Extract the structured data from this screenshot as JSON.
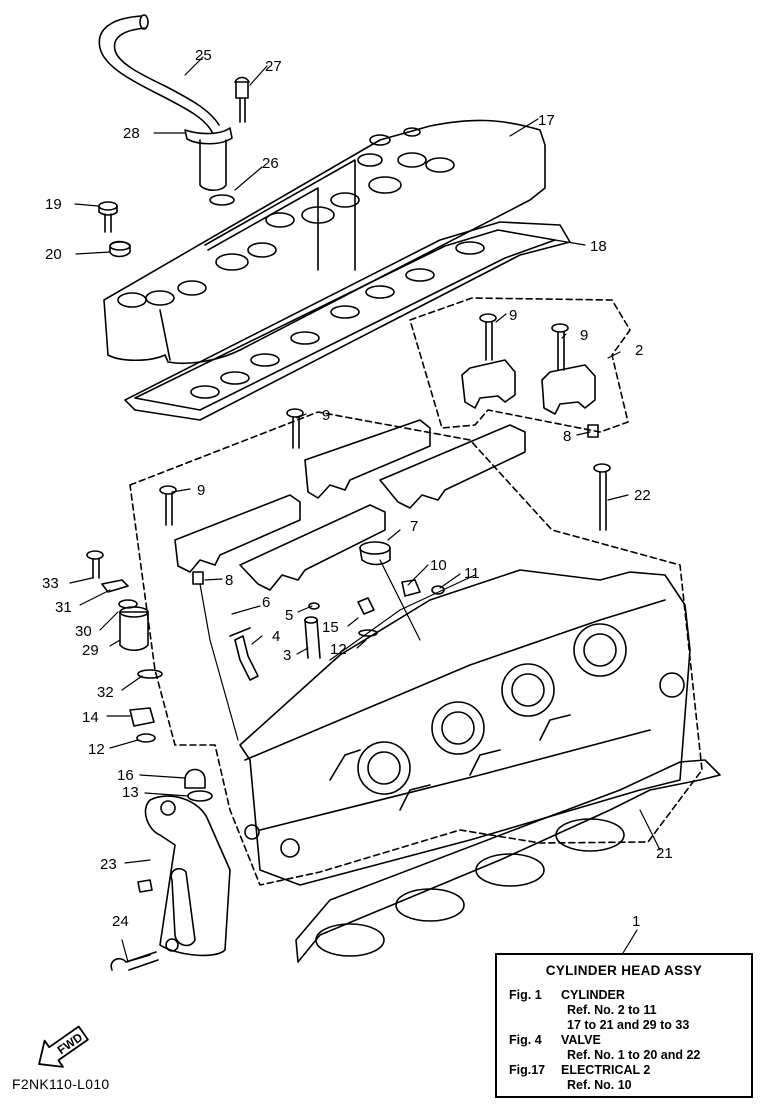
{
  "callouts": {
    "c25": "25",
    "c27": "27",
    "c28": "28",
    "c17": "17",
    "c26": "26",
    "c19": "19",
    "c20": "20",
    "c18": "18",
    "c9a": "9",
    "c9b": "9",
    "c2": "2",
    "c9c": "9",
    "c8a": "8",
    "c9d": "9",
    "c22": "22",
    "c7": "7",
    "c33": "33",
    "c8b": "8",
    "c10": "10",
    "c11": "11",
    "c31": "31",
    "c6": "6",
    "c30": "30",
    "c5": "5",
    "c15": "15",
    "c4": "4",
    "c29": "29",
    "c3": "3",
    "c12a": "12",
    "c32": "32",
    "c14": "14",
    "c12b": "12",
    "c16": "16",
    "c13": "13",
    "c23": "23",
    "c21": "21",
    "c1": "1",
    "c24": "24"
  },
  "legend": {
    "title": "CYLINDER HEAD ASSY",
    "entries": [
      {
        "fig": "Fig.  1",
        "name": "CYLINDER",
        "refs": [
          "Ref. No. 2 to 11",
          "17 to 21 and 29 to 33"
        ]
      },
      {
        "fig": "Fig.  4",
        "name": "VALVE",
        "refs": [
          "Ref. No. 1 to 20 and 22"
        ]
      },
      {
        "fig": "Fig.17",
        "name": "ELECTRICAL 2",
        "refs": [
          "Ref. No. 10"
        ]
      }
    ]
  },
  "fwd_label": "FWD",
  "drawing_code": "F2NK110-L010"
}
